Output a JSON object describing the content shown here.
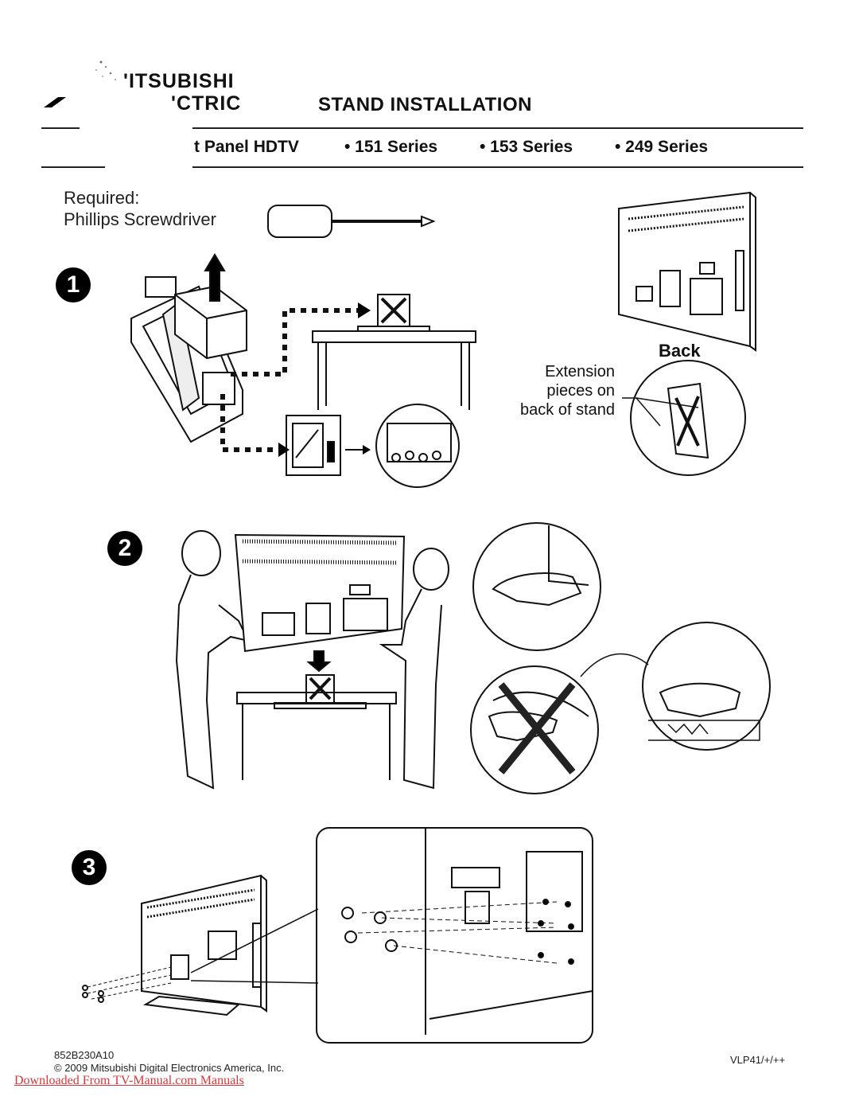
{
  "header": {
    "brand_line1": "'ITSUBISHI",
    "brand_line2": "'CTRIC",
    "title": "STAND INSTALLATION",
    "series": [
      "t Panel HDTV",
      "• 151 Series",
      "• 153 Series",
      "• 249 Series"
    ]
  },
  "required": {
    "label": "Required:",
    "tool": "Phillips Screwdriver"
  },
  "steps": [
    "1",
    "2",
    "3"
  ],
  "step1": {
    "back_label": "Back",
    "extension_note": "Extension\npieces on\nback of stand"
  },
  "footer": {
    "part_number": "852B230A10",
    "copyright": "© 2009 Mitsubishi Digital Electronics America, Inc.",
    "models": "VLP41/+/++",
    "download_link": "Downloaded From TV-Manual.com Manuals"
  },
  "colors": {
    "link": "#d8373a",
    "ink": "#111111"
  }
}
